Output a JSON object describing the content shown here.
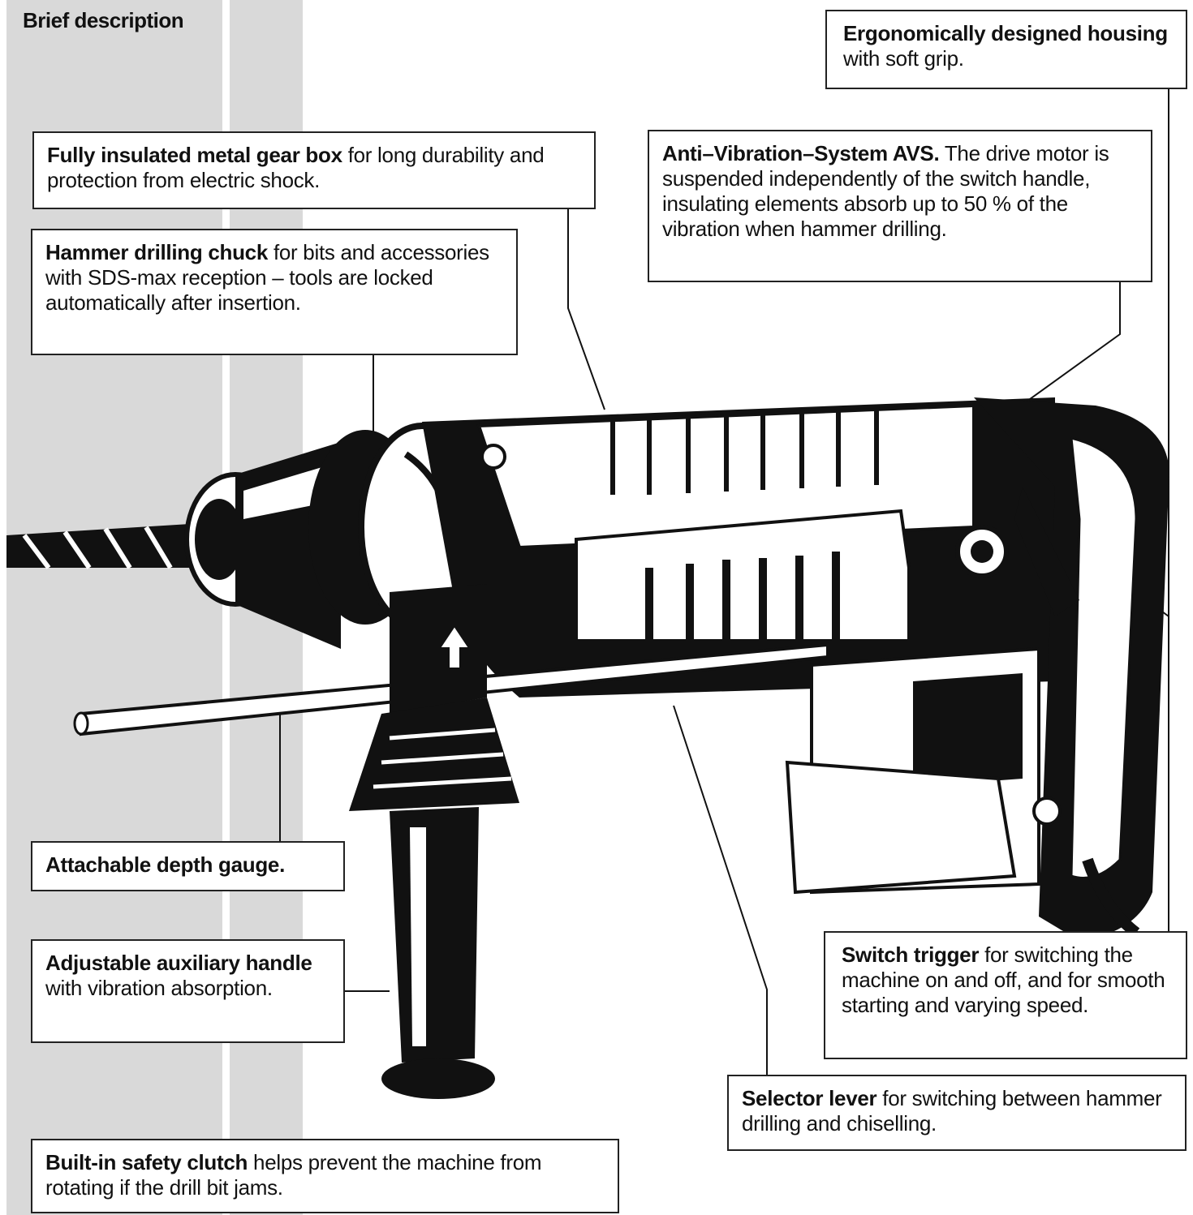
{
  "section_title": "Brief description",
  "callouts": {
    "housing": {
      "bold": "Ergonomically designed housing",
      "text": " with soft grip."
    },
    "gearbox": {
      "bold": "Fully insulated metal gear box",
      "text": " for long durability and protection from electric shock."
    },
    "avs": {
      "bold": "Anti–Vibration–System AVS.",
      "text": " The drive motor is suspended independently of the switch handle, insulating elements absorb up to 50 % of the vibration when hammer drilling."
    },
    "chuck": {
      "bold": "Hammer drilling chuck",
      "text": " for bits and accessories with SDS-max reception – tools are locked automatically after insertion."
    },
    "depth": {
      "bold": "Attachable depth gauge.",
      "text": ""
    },
    "aux": {
      "bold": "Adjustable auxiliary handle",
      "text": " with vibration absorption."
    },
    "trigger": {
      "bold": "Switch trigger",
      "text": " for switching the machine on and off, and for smooth starting and varying speed."
    },
    "selector": {
      "bold": "Selector lever",
      "text": " for switching between hammer drilling and chiselling."
    },
    "clutch": {
      "bold": "Built-in safety clutch",
      "text": " helps prevent the machine from rotating if the drill bit jams."
    }
  },
  "icons": {
    "drill": "rotary-hammer-drill-illustration"
  }
}
